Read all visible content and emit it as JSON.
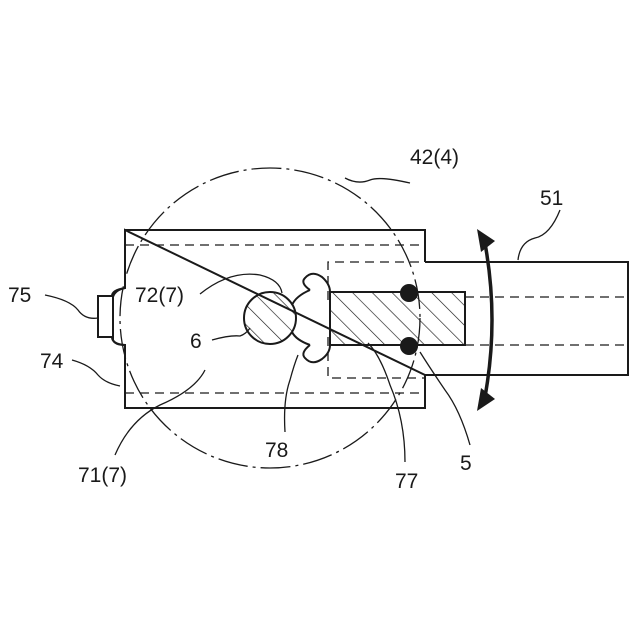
{
  "labels": {
    "l_42_4": "42(4)",
    "l_51": "51",
    "l_75": "75",
    "l_72_7": "72(7)",
    "l_6": "6",
    "l_74": "74",
    "l_78": "78",
    "l_71_7": "71(7)",
    "l_77": "77",
    "l_5": "5"
  }
}
